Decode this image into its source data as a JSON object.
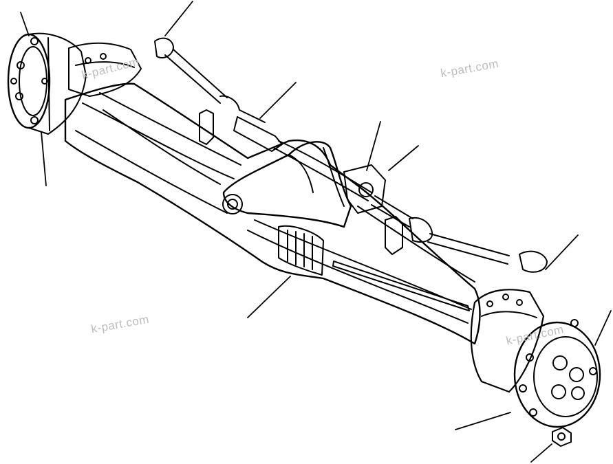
{
  "watermarks": [
    {
      "id": "wm-top-left",
      "text": "k-part.com"
    },
    {
      "id": "wm-top-right",
      "text": "k-part.com"
    },
    {
      "id": "wm-bottom-left",
      "text": "k-part.com"
    },
    {
      "id": "wm-bottom-right",
      "text": "k-part.com"
    }
  ],
  "colors": {
    "line": "#000000",
    "watermark": "#bdbdbd",
    "background": "#ffffff"
  }
}
